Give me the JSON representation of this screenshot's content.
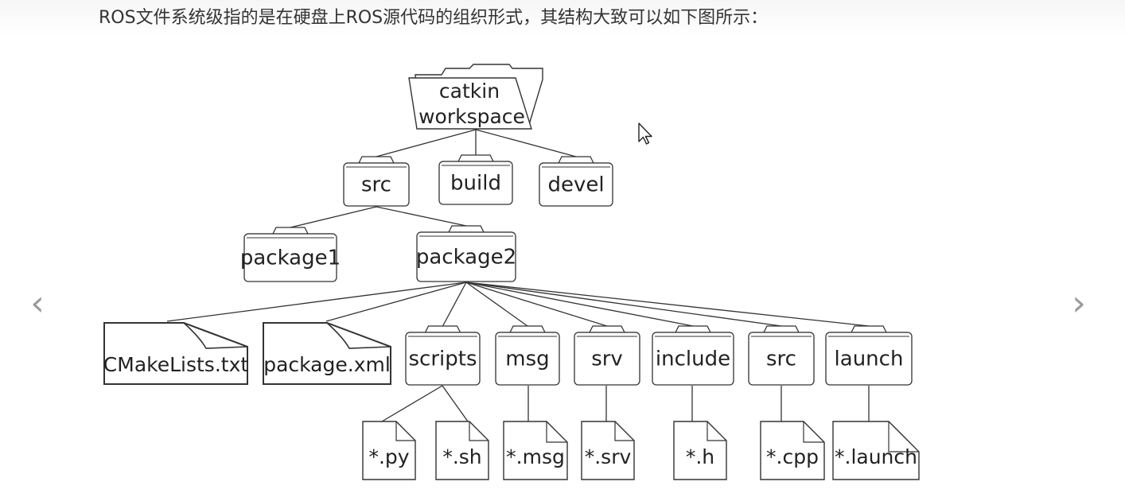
{
  "caption": "ROS文件系统级指的是在硬盘上ROS源代码的组织形式，其结构大致可以如下图所示：",
  "nav": {
    "prev_icon": "chevron-left-icon",
    "next_icon": "chevron-right-icon",
    "prev_glyph": "‹",
    "next_glyph": "›"
  },
  "cursor_icon": "mouse-pointer-icon",
  "tree": {
    "root": {
      "label_lines": [
        "catkin",
        "workspace"
      ],
      "kind": "folder"
    },
    "level1": [
      {
        "label": "src",
        "kind": "folder"
      },
      {
        "label": "build",
        "kind": "folder"
      },
      {
        "label": "devel",
        "kind": "folder"
      }
    ],
    "level2": [
      {
        "label": "package1",
        "kind": "folder"
      },
      {
        "label": "package2",
        "kind": "folder"
      }
    ],
    "level3": [
      {
        "label": "CMakeLists.txt",
        "kind": "file"
      },
      {
        "label": "package.xml",
        "kind": "file"
      },
      {
        "label": "scripts",
        "kind": "folder"
      },
      {
        "label": "msg",
        "kind": "folder"
      },
      {
        "label": "srv",
        "kind": "folder"
      },
      {
        "label": "include",
        "kind": "folder"
      },
      {
        "label": "src",
        "kind": "folder"
      },
      {
        "label": "launch",
        "kind": "folder"
      }
    ],
    "level4": [
      {
        "label": "*.py",
        "kind": "file"
      },
      {
        "label": "*.sh",
        "kind": "file"
      },
      {
        "label": "*.msg",
        "kind": "file"
      },
      {
        "label": "*.srv",
        "kind": "file"
      },
      {
        "label": "*.h",
        "kind": "file"
      },
      {
        "label": "*.cpp",
        "kind": "file"
      },
      {
        "label": "*.launch",
        "kind": "file"
      }
    ]
  }
}
